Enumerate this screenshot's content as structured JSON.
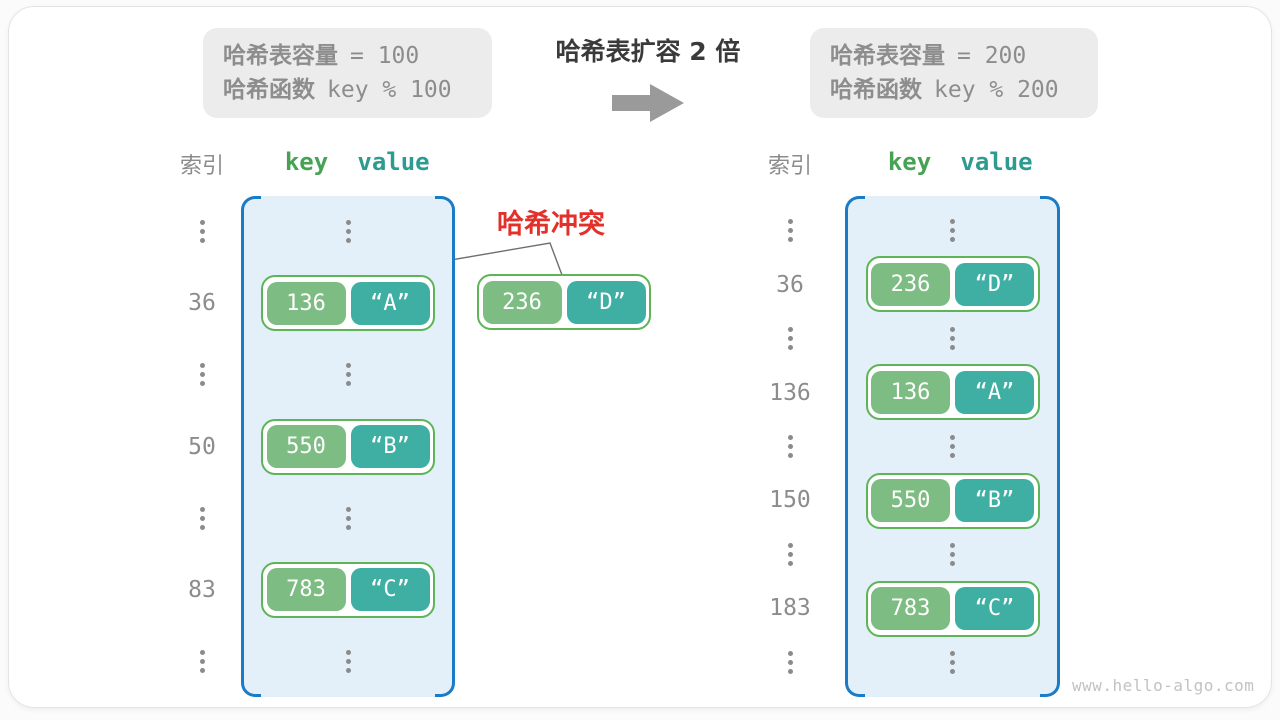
{
  "header": {
    "before_box": {
      "line1_label": "哈希表容量",
      "line1_value": "= 100",
      "line2_label": "哈希函数",
      "line2_value": "key % 100"
    },
    "title": "哈希表扩容 2 倍",
    "after_box": {
      "line1_label": "哈希表容量",
      "line1_value": "= 200",
      "line2_label": "哈希函数",
      "line2_value": "key % 200"
    }
  },
  "columns": {
    "index": "索引",
    "key": "key",
    "value": "value"
  },
  "conflict": {
    "label": "哈希冲突",
    "pair": {
      "key": "236",
      "value": "“D”"
    }
  },
  "left_table": {
    "rows": [
      {
        "kind": "dots"
      },
      {
        "kind": "pair",
        "index": "36",
        "key": "136",
        "value": "“A”"
      },
      {
        "kind": "dots"
      },
      {
        "kind": "pair",
        "index": "50",
        "key": "550",
        "value": "“B”"
      },
      {
        "kind": "dots"
      },
      {
        "kind": "pair",
        "index": "83",
        "key": "783",
        "value": "“C”"
      },
      {
        "kind": "dots"
      }
    ]
  },
  "right_table": {
    "rows": [
      {
        "kind": "dots"
      },
      {
        "kind": "pair",
        "index": "36",
        "key": "236",
        "value": "“D”"
      },
      {
        "kind": "dots"
      },
      {
        "kind": "pair",
        "index": "136",
        "key": "136",
        "value": "“A”"
      },
      {
        "kind": "dots"
      },
      {
        "kind": "pair",
        "index": "150",
        "key": "550",
        "value": "“B”"
      },
      {
        "kind": "dots"
      },
      {
        "kind": "pair",
        "index": "183",
        "key": "783",
        "value": "“C”"
      },
      {
        "kind": "dots"
      }
    ]
  },
  "watermark": "www.hello-algo.com",
  "colors": {
    "table_border": "#1a7bc6",
    "table_fill": "#e4f0f9",
    "pair_border": "#5eb457",
    "key_pill": "#7dbc82",
    "value_pill": "#3fafa4",
    "key_header": "#47a254",
    "value_header": "#2e9b90",
    "conflict_red": "#e3302a",
    "muted_gray": "#8d8d8d"
  }
}
